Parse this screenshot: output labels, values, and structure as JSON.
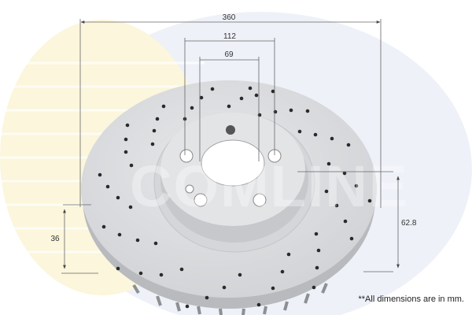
{
  "brand_watermark": "COMLINE",
  "dimensions": {
    "outer_diameter": "360",
    "bolt_circle": "112",
    "center_bore": "69",
    "thickness": "36",
    "height": "62.8"
  },
  "footnote": "**All dimensions are in mm.",
  "colors": {
    "disc": "#d9dadc",
    "watermark_yellow": "#fbf6dc",
    "watermark_blue": "#eef1f8",
    "dimension_line": "#555555"
  }
}
